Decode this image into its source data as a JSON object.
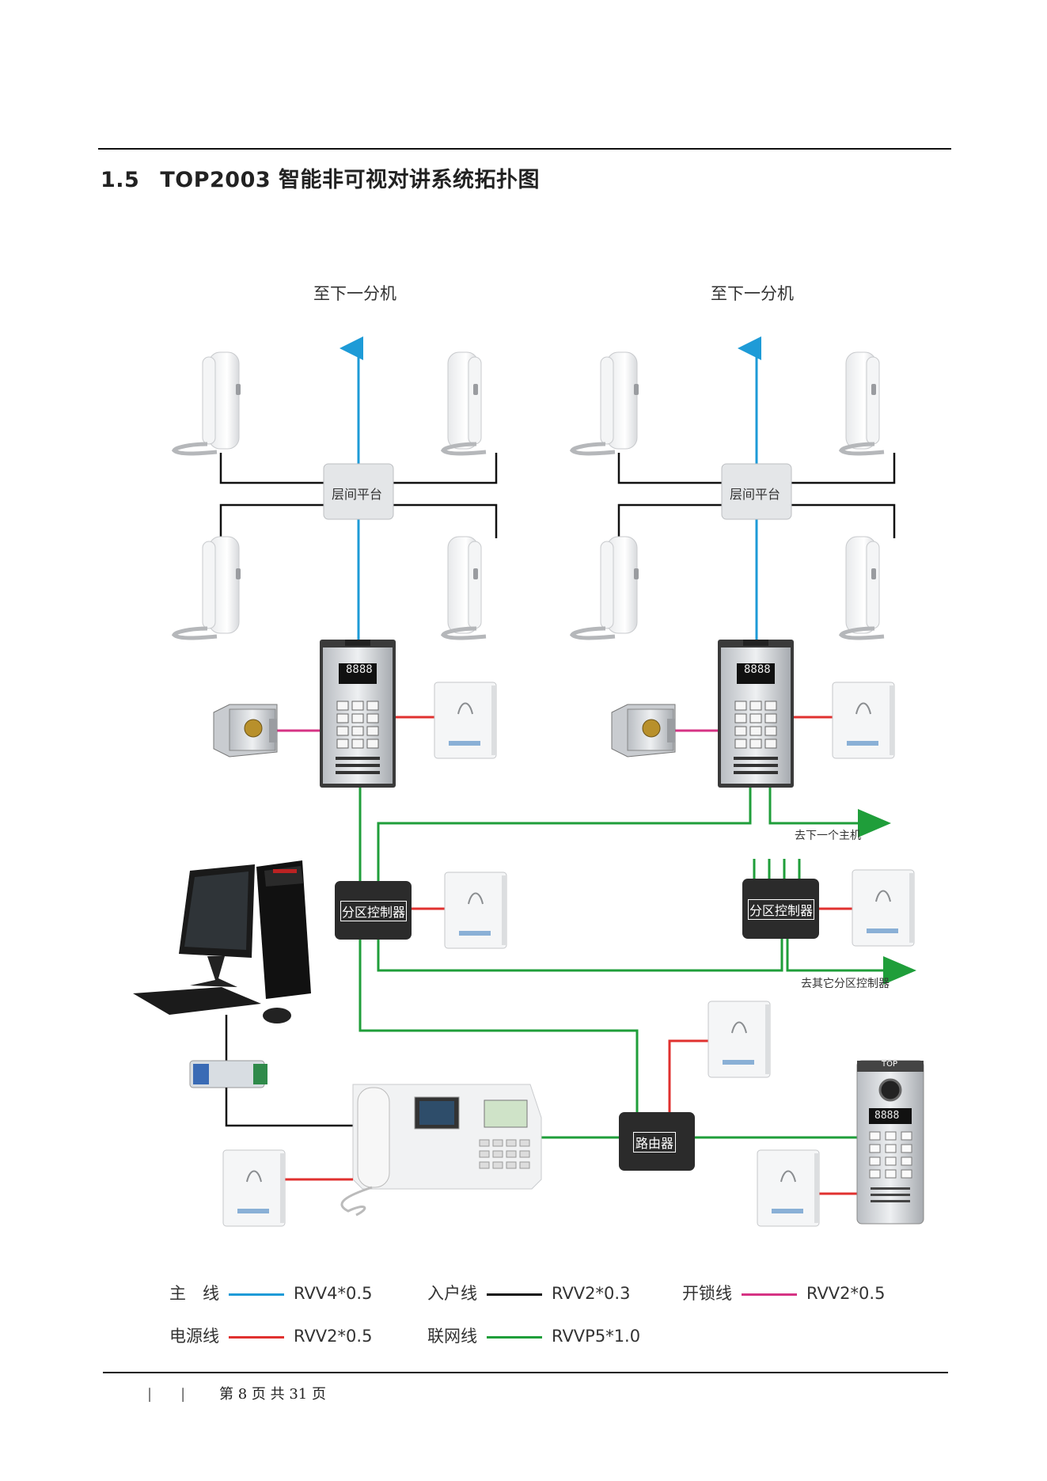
{
  "heading": {
    "number": "1.5",
    "title": "TOP2003 智能非可视对讲系统拓扑图"
  },
  "labels": {
    "to_next_extension_left": "至下一分机",
    "to_next_extension_right": "至下一分机",
    "floor_platform_left": "层间平台",
    "floor_platform_right": "层间平台",
    "zone_controller_left": "分区控制器",
    "zone_controller_right": "分区控制器",
    "to_next_host": "去下一个主机",
    "to_other_zone": "去其它分区控制器",
    "router": "路由器",
    "keypad_brand": "TOP",
    "keypad_display": "8888"
  },
  "legend": [
    {
      "label": "主　线",
      "color": "#1e9bd7",
      "spec": "RVV4*0.5"
    },
    {
      "label": "入户线",
      "color": "#111111",
      "spec": "RVV2*0.3"
    },
    {
      "label": "开锁线",
      "color": "#d63384",
      "spec": "RVV2*0.5"
    },
    {
      "label": "电源线",
      "color": "#e0312f",
      "spec": "RVV2*0.5"
    },
    {
      "label": "联网线",
      "color": "#1f9e3a",
      "spec": "RVVP5*1.0"
    }
  ],
  "colors": {
    "main": "#1e9bd7",
    "home": "#111111",
    "unlock": "#d63384",
    "power": "#e0312f",
    "network": "#1f9e3a",
    "device_dark": "#2b2b2b"
  },
  "footer": {
    "separators": "|　　|",
    "page_text": "第 8 页 共 31 页"
  }
}
